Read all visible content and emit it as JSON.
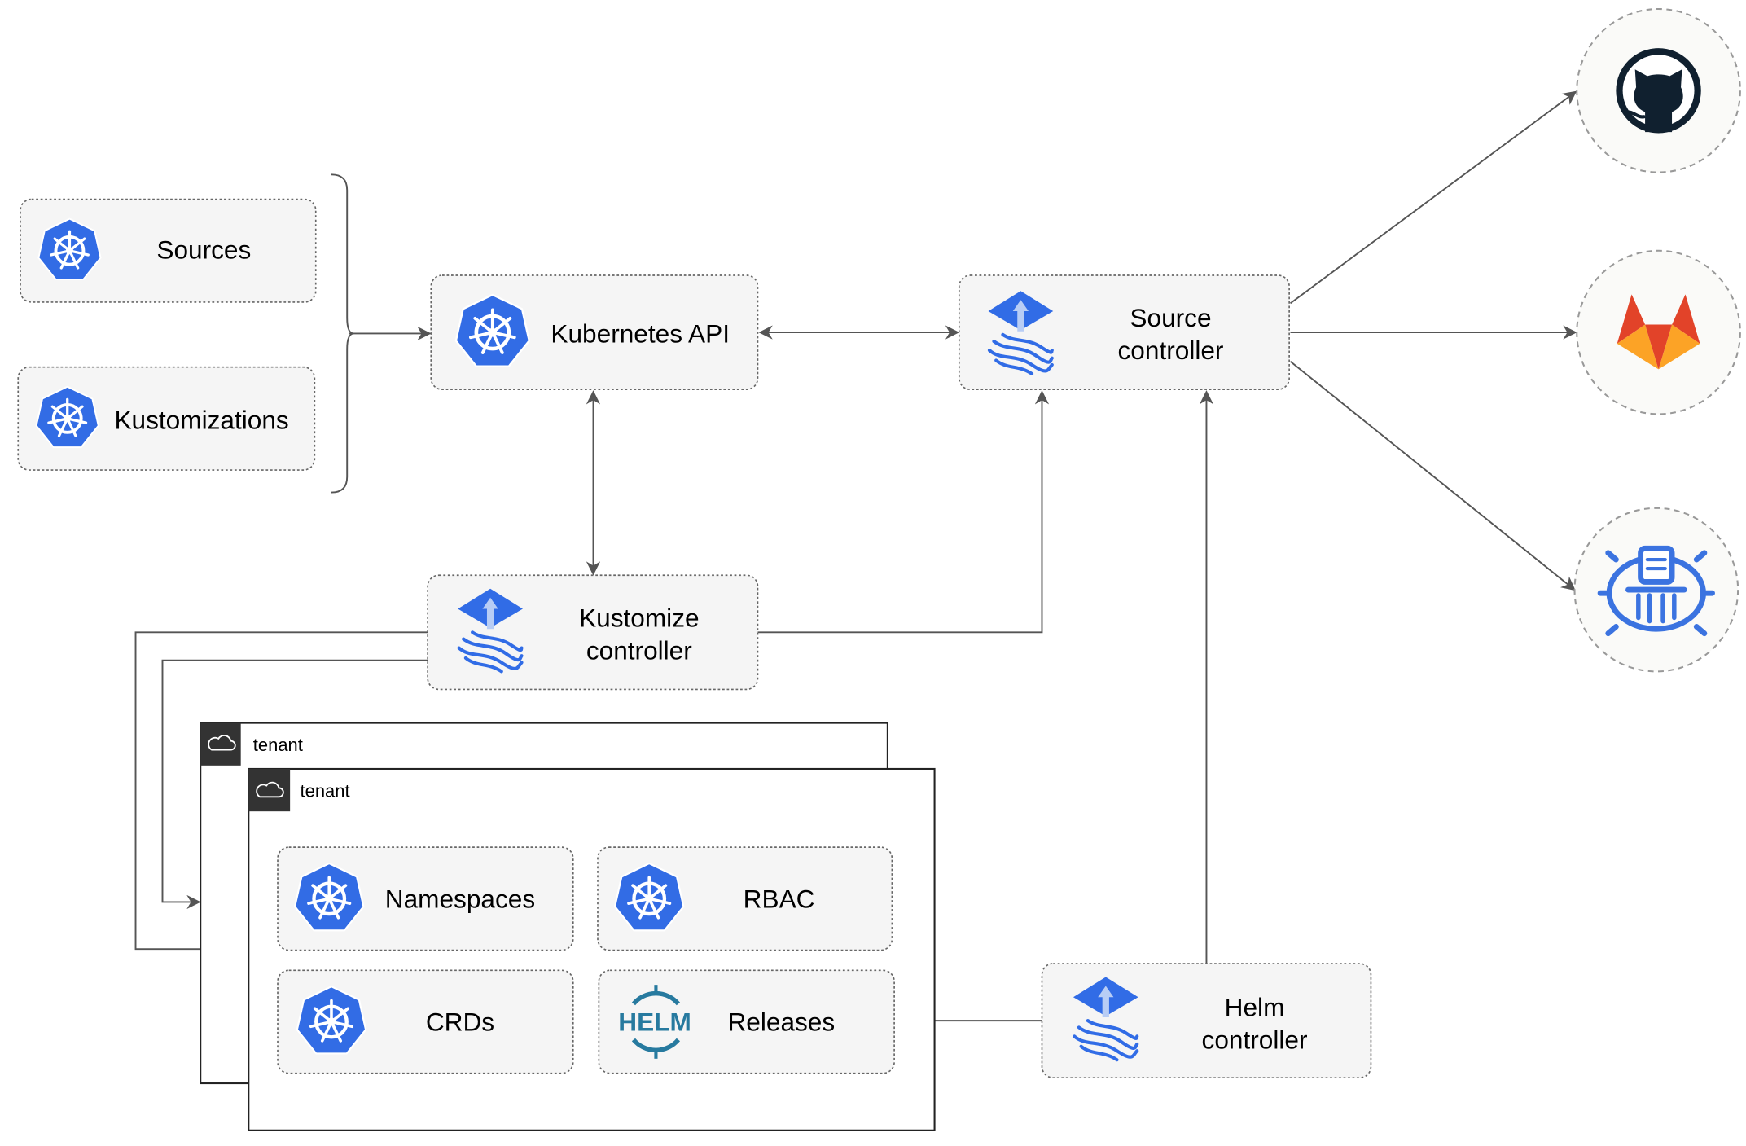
{
  "nodes": {
    "sources": "Sources",
    "kustomizations": "Kustomizations",
    "kubernetes_api": "Kubernetes API",
    "source_controller": [
      "Source",
      "controller"
    ],
    "kustomize_controller": [
      "Kustomize",
      "controller"
    ],
    "helm_controller": [
      "Helm",
      "controller"
    ],
    "namespaces": "Namespaces",
    "rbac": "RBAC",
    "crds": "CRDs",
    "releases": "Releases",
    "helm_logo_text": "HELM"
  },
  "tenants": [
    "tenant",
    "tenant"
  ],
  "external": [
    "github-icon",
    "gitlab-icon",
    "harbor-icon"
  ],
  "colors": {
    "kubernetes_blue": "#326ce5",
    "gitlab_orange": "#e24329",
    "github_dark": "#10202f",
    "helm_blue": "#277a9f",
    "edge": "#555555"
  }
}
